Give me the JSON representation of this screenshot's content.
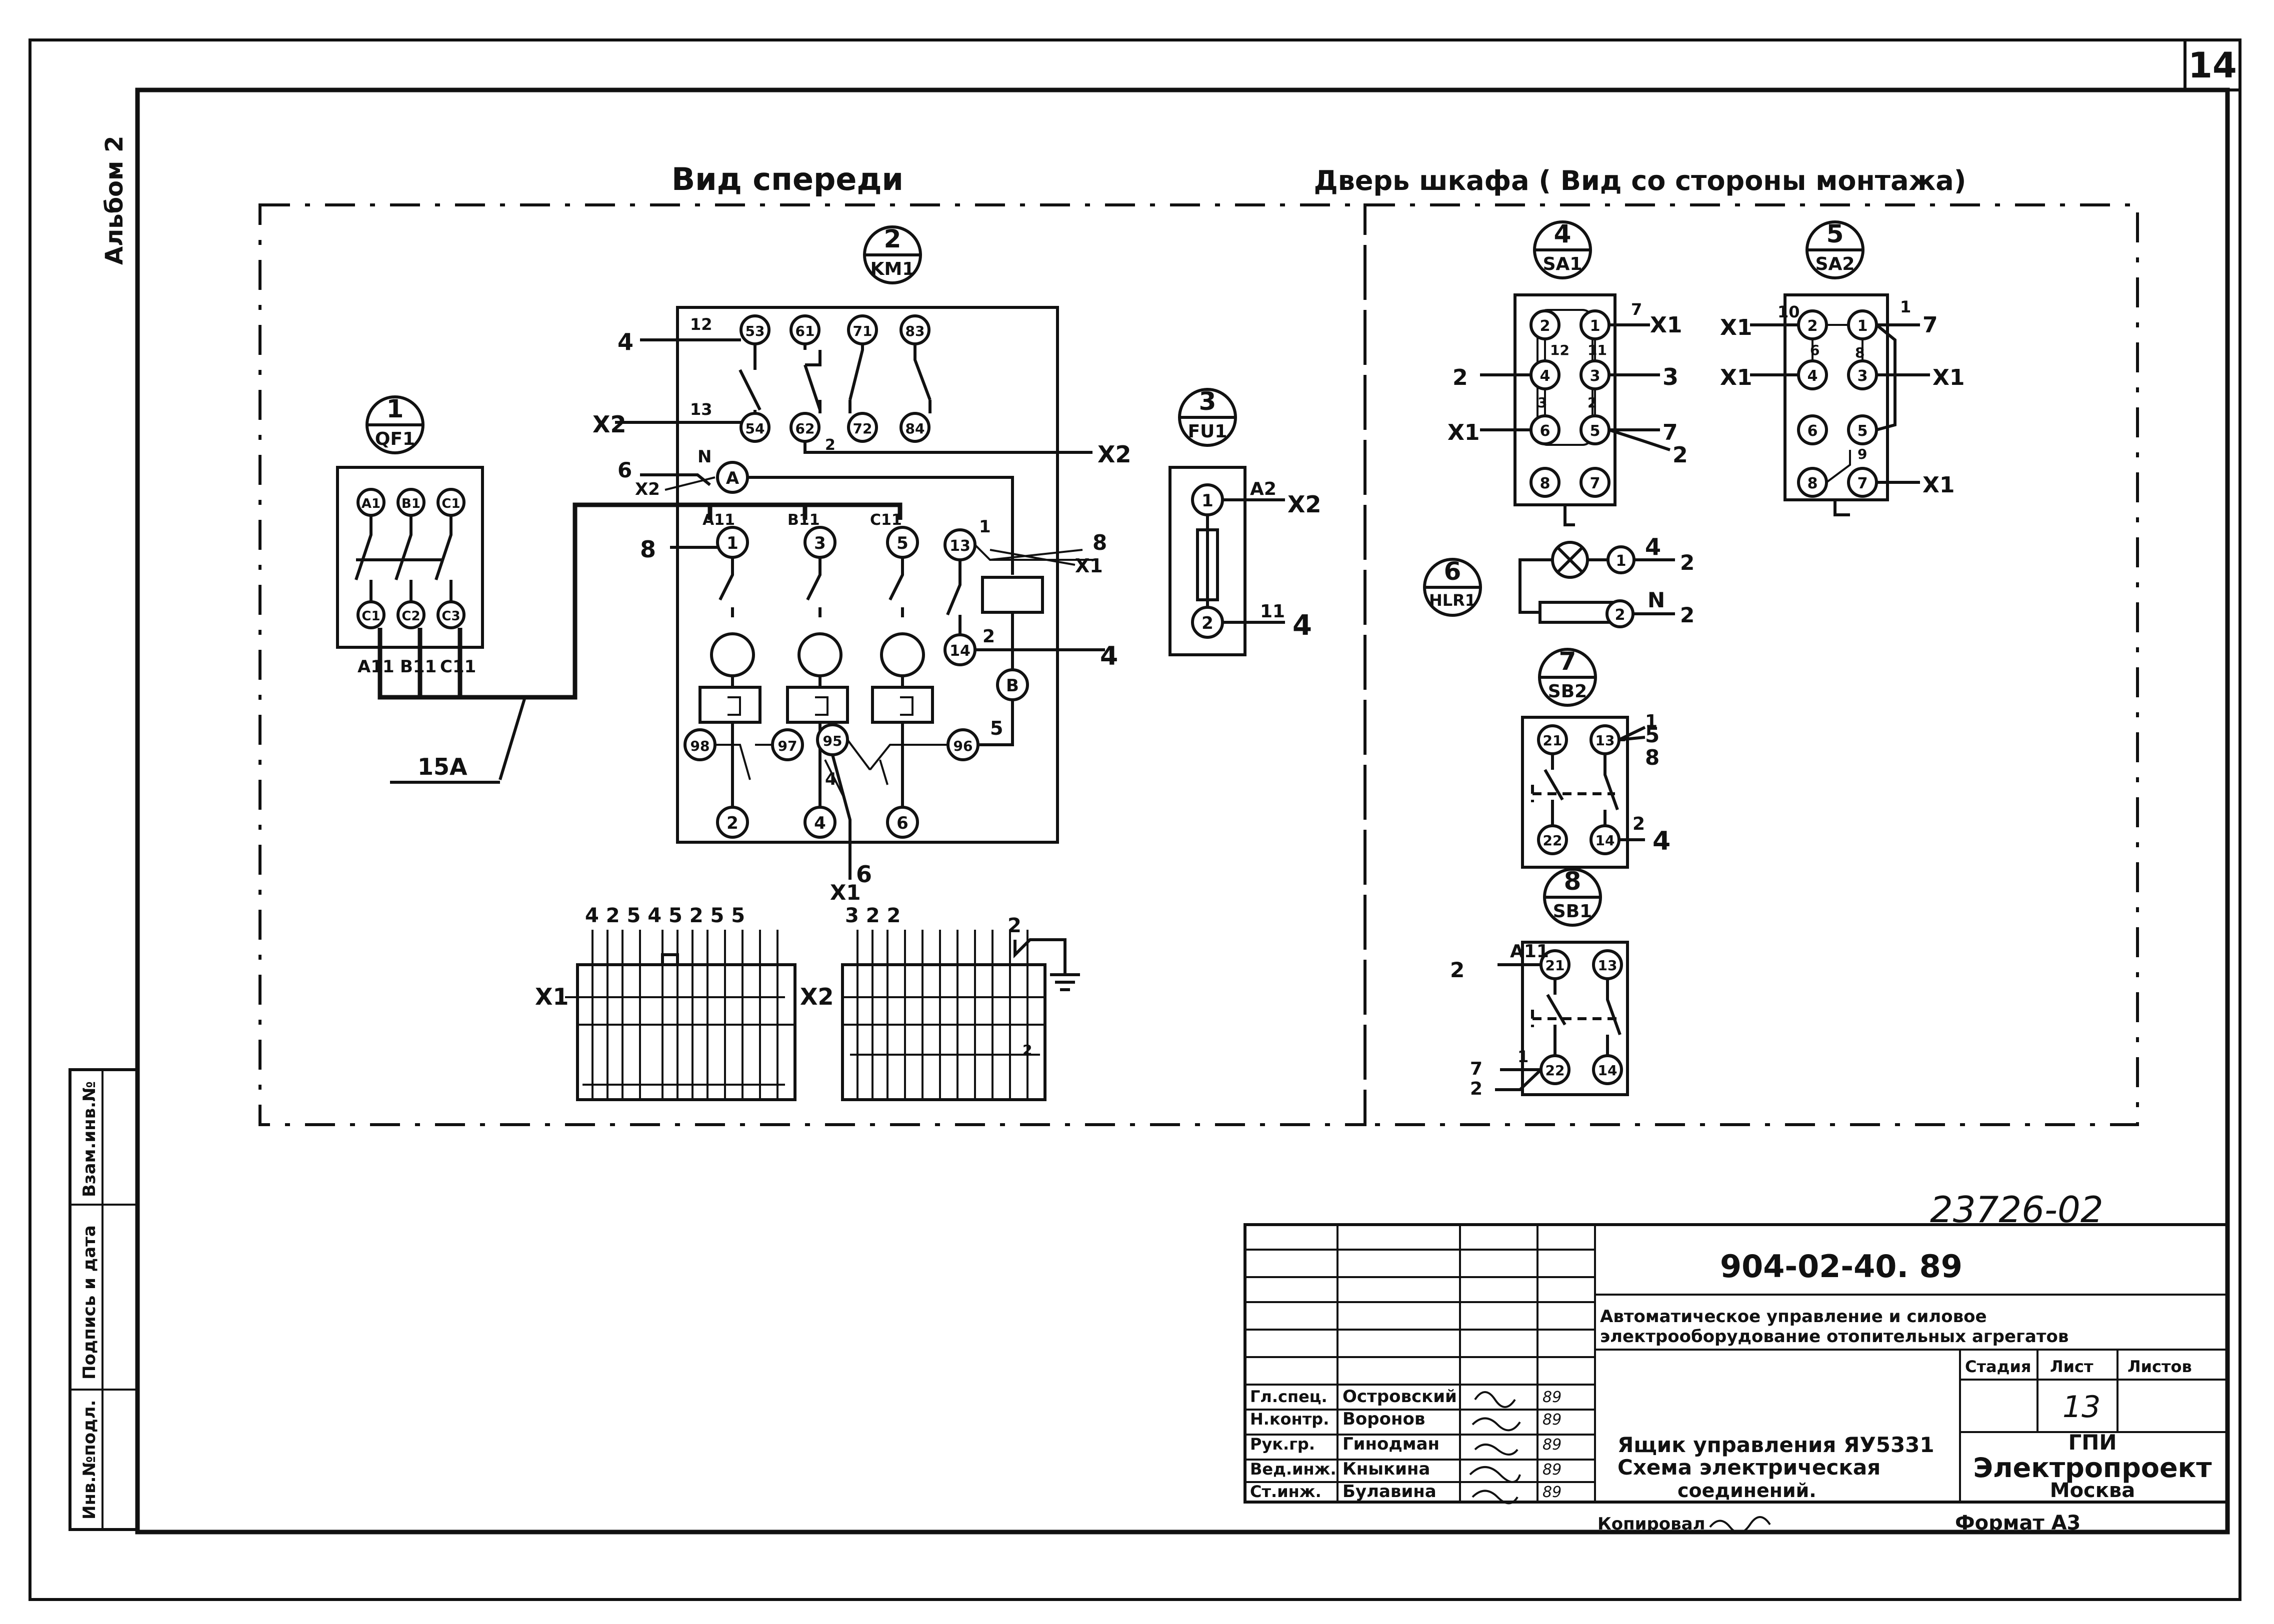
{
  "page": {
    "sheet_corner": "14",
    "album": "Альбом 2",
    "doc_number_handwritten": "23726-02"
  },
  "views": {
    "front_title": "Вид спереди",
    "door_title": "Дверь шкафа ( Вид со стороны монтажа)"
  },
  "devices": {
    "qf1": {
      "num": "1",
      "name": "QF1",
      "top_terms": [
        "A1",
        "B1",
        "C1"
      ],
      "bot_terms": [
        "C1",
        "C2",
        "C3"
      ],
      "wires": [
        "A11",
        "B11",
        "C11"
      ],
      "cable": "15A"
    },
    "km1": {
      "num": "2",
      "name": "KM1",
      "aux_top": [
        "53",
        "61",
        "71",
        "83"
      ],
      "aux_bot": [
        "54",
        "62",
        "72",
        "84"
      ],
      "main_top": [
        "1",
        "3",
        "5",
        "13"
      ],
      "main_top_wires": [
        "A11",
        "B11",
        "C11"
      ],
      "relay": [
        "98",
        "97",
        "95",
        "96"
      ],
      "main_bot": [
        "2",
        "4",
        "6"
      ],
      "coil_a": "A",
      "coil_b": "B",
      "nc14": "14"
    },
    "fu1": {
      "num": "3",
      "name": "FU1",
      "t1": "1",
      "t2": "2",
      "w1": "A2",
      "x": "X2",
      "w2": "11",
      "w2b": "4"
    },
    "sa1": {
      "num": "4",
      "name": "SA1",
      "terms": [
        "2",
        "1",
        "4",
        "3",
        "6",
        "5",
        "8",
        "7"
      ]
    },
    "sa2": {
      "num": "5",
      "name": "SA2",
      "terms": [
        "2",
        "1",
        "4",
        "3",
        "6",
        "5",
        "8",
        "7"
      ]
    },
    "hlr1": {
      "num": "6",
      "name": "HLR1",
      "t1": "1",
      "t2": "2"
    },
    "sb2": {
      "num": "7",
      "name": "SB2",
      "terms": [
        "21",
        "13",
        "22",
        "14"
      ]
    },
    "sb1": {
      "num": "8",
      "name": "SB1",
      "terms": [
        "21",
        "13",
        "22",
        "14"
      ]
    }
  },
  "labels": {
    "km_left": [
      "4",
      "12",
      "X2",
      "13",
      "6",
      "N",
      "X2",
      "8"
    ],
    "km_right": [
      "X2",
      "1",
      "8",
      "X1",
      "2",
      "4",
      "5",
      "2"
    ],
    "km_bottom": [
      "X1",
      "6",
      "4"
    ],
    "sa1_left": [
      "2",
      "X1"
    ],
    "sa1_inner": [
      "12",
      "3",
      "11",
      "2"
    ],
    "sa1_right": [
      "7",
      "X1",
      "3",
      "7",
      "2"
    ],
    "sa2_left": [
      "10",
      "X1",
      "X1",
      "6"
    ],
    "sa2_inner": [
      "8",
      "9"
    ],
    "sa2_right": [
      "1",
      "7",
      "X1",
      "X1"
    ],
    "hl_right": [
      "4",
      "2",
      "N",
      "2"
    ],
    "sb2_right": [
      "1",
      "5",
      "8",
      "2",
      "4"
    ],
    "sb1_left": [
      "2",
      "A11",
      "7",
      "1",
      "2"
    ],
    "x1_top": "4 2 5   4 5 2 5 5",
    "x2_top": "3 2 2",
    "x2_ground": "2",
    "x1": "X1",
    "x2": "X2"
  },
  "title_block": {
    "doc_code": "904-02-40. 89",
    "project_line1": "Автоматическое управление и силовое",
    "project_line2": "электрооборудование отопительных агрегатов",
    "stage_label": "Стадия",
    "sheet_label": "Лист",
    "sheets_label": "Листов",
    "sheet_value": "13",
    "sheet_title_1": "Ящик управления ЯУ5331",
    "sheet_title_2": "Схема электрическая",
    "sheet_title_3": "соединений.",
    "org_1": "ГПИ",
    "org_2": "Электропроект",
    "org_3": "Москва",
    "copied": "Копировал",
    "format": "Формат А3",
    "roles": [
      "Гл.спец.",
      "Н.контр.",
      "Рук.гр.",
      "Вед.инж.",
      "Ст.инж."
    ],
    "names": [
      "Островский",
      "Воронов",
      "Гинодман",
      "Кныкина",
      "Булавина"
    ],
    "dates": [
      "89",
      "89",
      "89",
      "89",
      "89"
    ]
  },
  "side_stamp": {
    "cells": [
      "Инв.№подл.",
      "Подпись и дата",
      "Взам.инв.№"
    ]
  }
}
